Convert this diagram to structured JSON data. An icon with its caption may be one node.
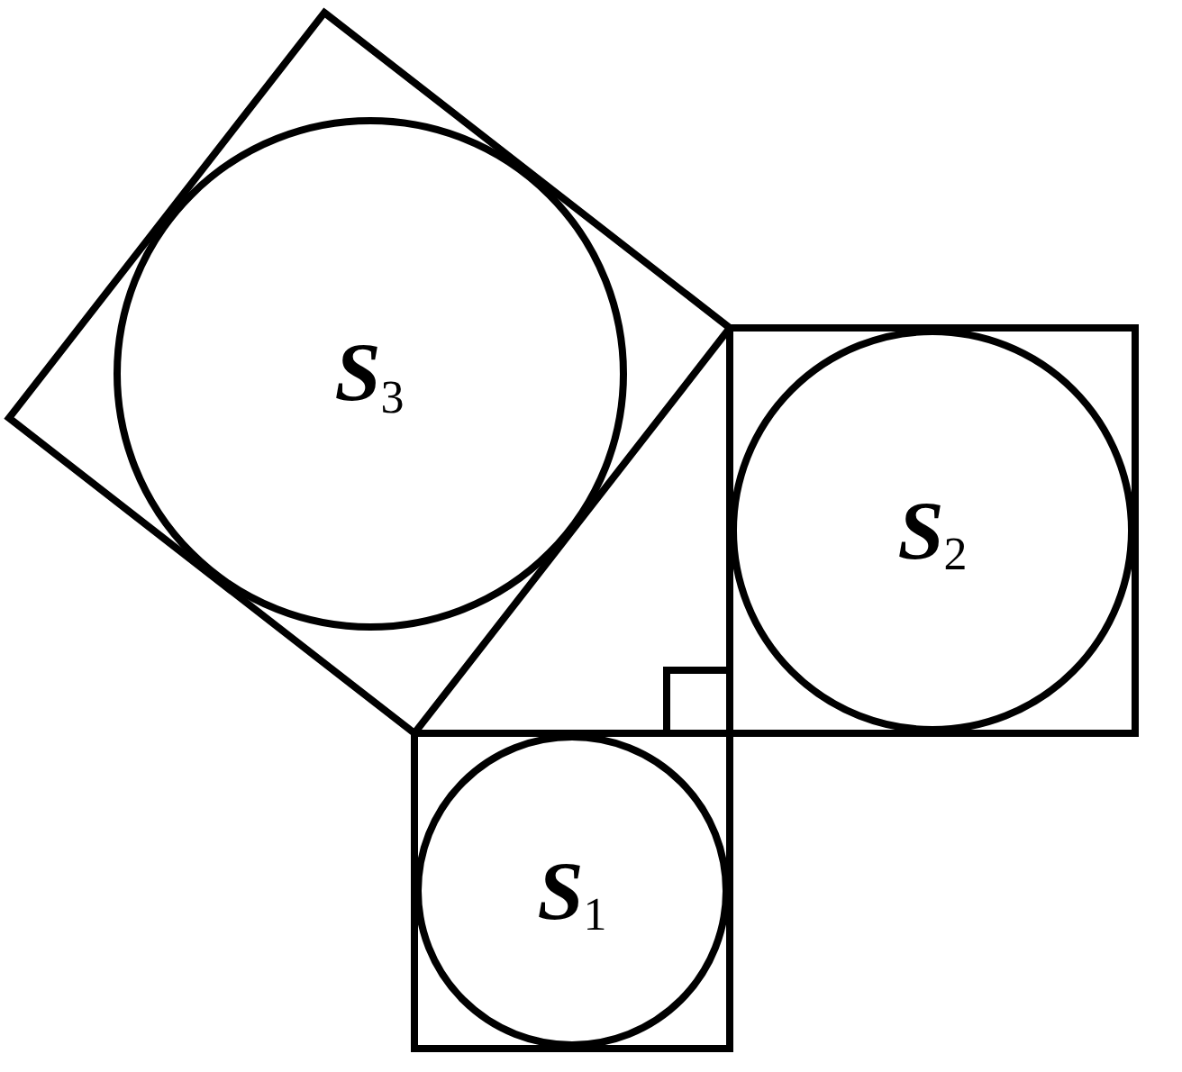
{
  "diagram": {
    "nodes": [
      {
        "text": [],
        "shape": "diamond"
      },
      {
        "text": [
          "*S*$_{3}$"
        ],
        "in": 0
      },
      {
        "text": [],
        "shape": "box"
      },
      {
        "text": [
          "*S*$_{2}$"
        ],
        "in": 2
      },
      {
        "text": [],
        "shape": "box"
      },
      {
        "text": [
          "*S*$_{1}$"
        ],
        "in": 4
      }
    ]
  }
}
